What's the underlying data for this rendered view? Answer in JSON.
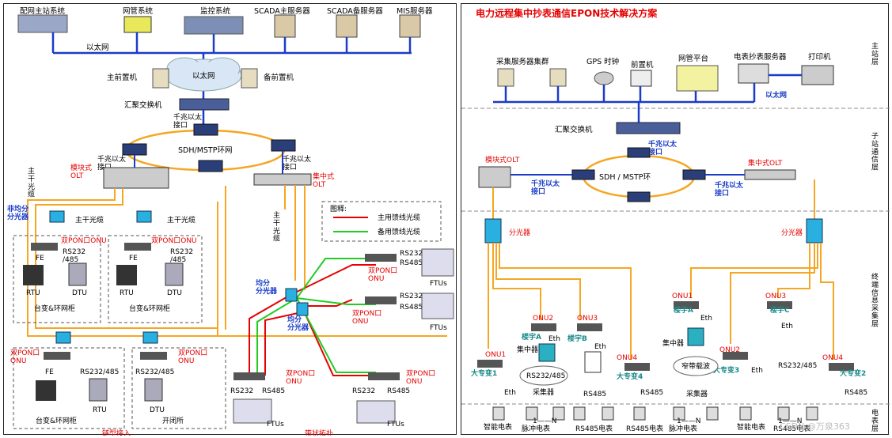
{
  "left": {
    "top_systems": [
      "配网主站系统",
      "网管系统",
      "监控系统",
      "SCADA主服务器",
      "SCADA备服务器",
      "MIS服务器"
    ],
    "ethernet_label": "以太网",
    "cloud_label": "以太网",
    "main_fep": "主前置机",
    "backup_fep": "备前置机",
    "agg_switch": "汇聚交换机",
    "gbe_interface": "千兆以太\n接口",
    "gbe_interface2": "千兆以太\n接口",
    "gbe_interface3": "千兆以太\n接口",
    "ring_label": "SDH/MSTP环网",
    "modular_olt": "模块式\nOLT",
    "central_olt": "集中式\nOLT",
    "main_trunk": "主\n干\n光\n缆",
    "main_trunk2": "主\n干\n光\n缆",
    "non_equal_splitter": "非均分\n分光器",
    "main_trunk_cable": "主干光缆",
    "main_trunk_cable2": "主干光缆",
    "dual_pon_onu": "双PON口ONU",
    "dual_pon_onu_2": "双PON口\nONU",
    "fe": "FE",
    "rs232_485": "RS232\n/485",
    "rs232_485_inline": "RS232/485",
    "rtu": "RTU",
    "dtu": "DTU",
    "cabinet": "台变&环网柜",
    "switch_station": "开闭所",
    "chain_access": "链型接入",
    "tree_topology": "带状拓扑",
    "legend_title": "图释:",
    "legend_main": "主用馈线光缆",
    "legend_backup": "备用馈线光缆",
    "equal_splitter": "均分\n分光器",
    "rs232": "RS232",
    "rs485": "RS485",
    "ftus": "FTUs"
  },
  "right": {
    "title": "电力远程集中抄表通信EPON技术解决方案",
    "collect_servers": "采集服务器集群",
    "gps": "GPS 时钟",
    "fep": "前置机",
    "nms": "网管平台",
    "meter_server": "电表抄表服务器",
    "printer": "打印机",
    "ethernet": "以太网",
    "agg_switch": "汇聚交换机",
    "gbe_interface": "千兆以太\n接口",
    "modular_olt": "模块式OLT",
    "central_olt": "集中式OLT",
    "ring": "SDH  /  MSTP环",
    "splitter": "分光器",
    "onu": [
      "ONU1",
      "ONU2",
      "ONU3",
      "ONU4",
      "ONU1",
      "ONU2",
      "ONU3",
      "ONU4"
    ],
    "building_a": "楼宇A",
    "building_b": "楼宇B",
    "building_c": "楼宇C",
    "eth": "Eth",
    "rs485": "RS485",
    "rs232_485": "RS232/485",
    "concentrator": "集中器",
    "collector": "采集器",
    "big_transformer1": "大专变1",
    "big_transformer2": "大专变2",
    "big_transformer3": "大专变3",
    "big_transformer4": "大专变4",
    "narrowband_plc": "窄带载波",
    "smart_meter": "智能电表",
    "pulse_meter": "脉冲电表",
    "rs485_meter": "RS485电表",
    "one_n": "1——N",
    "layers": [
      "主\n站\n层",
      "子\n站\n通\n信\n层",
      "终\n端\n信\n息\n采\n集\n层",
      "电\n表\n层"
    ],
    "watermark": "CSDN @万泉363"
  },
  "colors": {
    "orange": "#f5a623",
    "red": "#e60000",
    "green": "#22cc22",
    "blue": "#1a3cc8",
    "teal": "#1b8a8a"
  }
}
